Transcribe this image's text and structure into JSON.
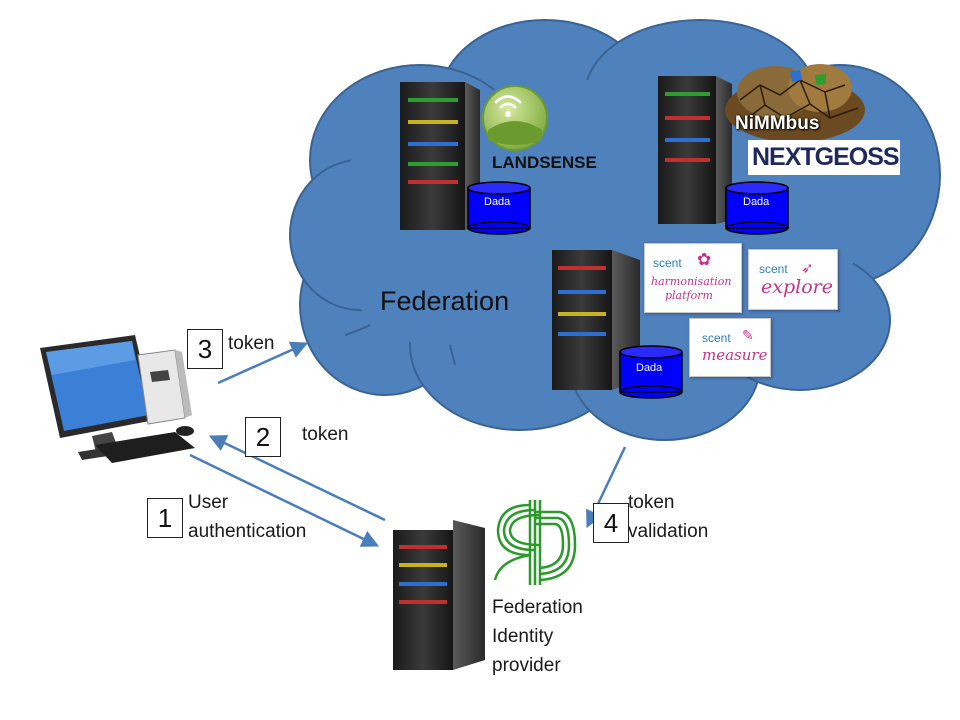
{
  "cloud": {
    "title": "Federation"
  },
  "steps": [
    {
      "number": "3",
      "label": "token"
    },
    {
      "number": "2",
      "label": "token"
    },
    {
      "number": "1",
      "label_line1": "User",
      "label_line2": "authentication"
    },
    {
      "number": "4",
      "label_line1": "token",
      "label_line2": "validation"
    }
  ],
  "identity_provider": {
    "line1": "Federation",
    "line2": "Identity",
    "line3": "provider"
  },
  "databases": {
    "label": "Dada"
  },
  "logos": {
    "landsense": "LANDSENSE",
    "nimmbus": "NiMMbus",
    "nextgeoss": "NEXTGEOSS",
    "scent": "scent",
    "harmonisation_line1": "harmonisation",
    "harmonisation_line2": "platform",
    "explore": "explore",
    "measure": "measure"
  },
  "colors": {
    "cloud": "#4f81bd",
    "arrow": "#4a7ebb",
    "database": "#0000ff",
    "scent_pink": "#c2338b"
  }
}
